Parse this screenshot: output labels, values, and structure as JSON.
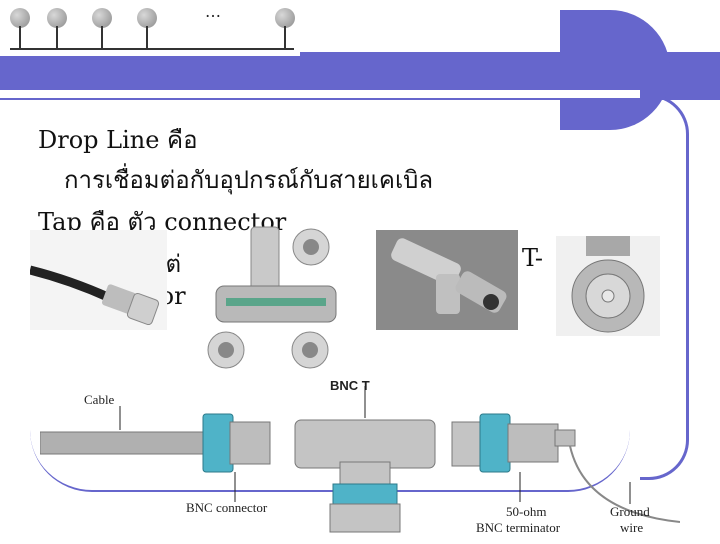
{
  "topology": {
    "ellipsis": "…"
  },
  "body": {
    "line1": "Drop Line คือ",
    "line2": "การเชื่อมต่อกับอุปกรณ์กับสายเคเบิล",
    "line3": "Tap คือ  ตัว   connector",
    "line4_visible": "แต่",
    "line4_right": "T-",
    "line5_visible": "tor"
  },
  "diagram": {
    "cable": "Cable",
    "bnc_t": "BNC T",
    "bnc_connector": "BNC connector",
    "terminator_1": "50-ohm",
    "terminator_2": "BNC terminator",
    "ground_1": "Ground",
    "ground_2": "wire"
  },
  "colors": {
    "accent": "#6666cc",
    "connector_blue": "#4fb3c8",
    "metal": "#b8b8b8"
  }
}
